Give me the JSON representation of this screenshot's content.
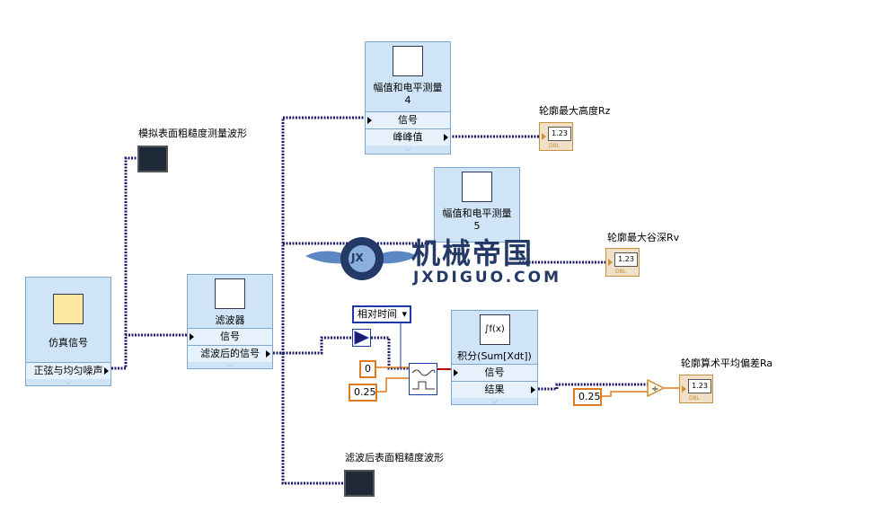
{
  "sim_signal": {
    "title": "仿真信号",
    "output": "正弦与均匀噪声"
  },
  "filter": {
    "title": "滤波器",
    "input": "信号",
    "output": "滤波后的信号"
  },
  "amp1": {
    "title": "幅值和电平测量",
    "index": "4",
    "input": "信号",
    "output": "峰峰值"
  },
  "amp2": {
    "title": "幅值和电平测量",
    "index": "5"
  },
  "integral": {
    "title": "积分(Sum[Xdt])",
    "input": "信号",
    "output": "结果"
  },
  "labels": {
    "raw_waveform": "模拟表面粗糙度测量波形",
    "filtered_waveform": "滤波后表面粗糙度波形",
    "rz": "轮廓最大高度Rz",
    "rv": "轮廓最大谷深Rv",
    "ra": "轮廓算术平均偏差Ra"
  },
  "indicators": {
    "value_text": "1.23",
    "type_text": "DBL"
  },
  "time_mode": {
    "value": "相对时间"
  },
  "constants": {
    "zero": "0",
    "quarter_a": "0.25",
    "quarter_b": "0.25"
  },
  "watermark": {
    "title": "机械帝国",
    "url": "JXDIGUO.COM",
    "badge": "JX"
  },
  "colors": {
    "node_fill": "#cfe4f7",
    "wire_dynamic": "#1b1b6b",
    "wire_numeric": "#e07a1f",
    "indicator": "#c8913c"
  }
}
